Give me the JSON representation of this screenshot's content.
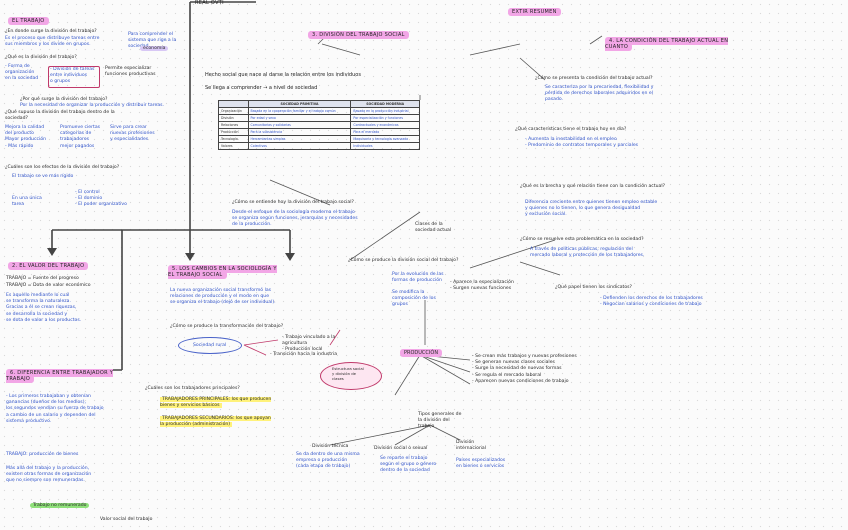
{
  "title_top": "REAL OVTI",
  "title_right": "EXTIR RESUMEN",
  "sections": {
    "trabajo": "EL TRABAJO",
    "division": "DIVISIÓN DEL TRABAJO SOCIAL",
    "division_badge": "3.",
    "condicion": "LA CONDICIÓN DEL TRABAJO ACTUAL EN CUANTO",
    "condicion_badge": "4.",
    "valor": "EL VALOR DEL TRABAJO",
    "valor_badge": "2.",
    "cambios": "LOS CAMBIOS EN LA SOCIOLOGÍA Y EL TRABAJO SOCIAL",
    "cambios_badge": "5.",
    "diferencia": "DIFERENCIA ENTRE TRABAJADOR Y TRABAJO",
    "diferencia_badge": "6."
  },
  "left_col": {
    "q1": "¿En donde surge la división del trabajo?",
    "a1": "Es el proceso que distribuye tareas entre\nsus miembros y los divide en grupos.",
    "q2": "¿Qué es la división del trabajo?",
    "a2a": "- Forma de organización\n  en la sociedad",
    "a2b": "- División de tareas\n  entre individuos\n  o grupos",
    "a2c": "Permite especializar\nfunciones productivas",
    "note_blue1": "Para comprender el\nsistema que rige a la\nsociedad",
    "badge_purple": "economía",
    "q3": "¿Por qué surge la división del trabajo?",
    "a3": "Por la necesidad de organizar la producción y distribuir tareas.",
    "q4": "¿Qué supuso la división del trabajo dentro de la sociedad?",
    "a4a": "Mejora la calidad\ndel producto\nMayor producción\n- Más rápido",
    "a4b": "Promueve ciertas\ncategorías de\ntrabajadores\nmejor pagados",
    "a4c": "Sirve para crear\nnuevas profesiones\ny especialidades",
    "q5": "¿Cuáles son los efectos de la división del trabajo?",
    "a5": "El trabajo se ve más rígido",
    "a5b": "En una única\ntarea",
    "a5c": "- El control\n- El dominio\n- El poder organizativo"
  },
  "valor_box": {
    "l1": "TRABAJO = Fuente del progreso",
    "l2": "TRABAJO = Dota de valor económico",
    "body": "Es aquello mediante lo cual\nse transforma la naturaleza.\nGracias a él se crean riquezas,\nse desarrolla la sociedad y\nse dota de valor a los productos."
  },
  "cambios_box": {
    "body": "La nueva organización social transformó las\nrelaciones de producción y el modo en que\nse organiza el trabajo (dejó de ser individual).",
    "q": "¿Cómo se produce la transformación del trabajo?",
    "oval": "Sociedad rural",
    "notes": "- Trabajo vinculado a la\n  agricultura\n- Producción local",
    "note2": "- Transición hacia la industria"
  },
  "diferencia_box": {
    "body": "- Los primeros trabajaban y obtenían\n  ganancias (dueños de los medios),\n  los segundos vendían su fuerza de trabajo\n  a cambio de un salario y dependen del\n  sistema productivo.",
    "q": "¿Cuáles son los trabajadores principales?",
    "y1": "TRABAJADORES PRINCIPALES: los que producen\nbienes y servicios básicos",
    "y2": "TRABAJADORES SECUNDARIOS: los que apoyan\nla producción (administración)",
    "bottom1": "TRABAJO: producción de bienes",
    "bottom2": "Más allá del trabajo y la producción,\nexisten otras formas de organización\nque no siempre son remuneradas.",
    "green": "Trabajo no remunerado",
    "foot": "Valor social del trabajo"
  },
  "center": {
    "l1": "Hecho social que nace al darse la relación entre los individuos",
    "l2": "Se llega a comprender  →  a nivel de sociedad",
    "q_sociedad": "¿Cómo se entiende hoy la división del trabajo social?",
    "a_sociedad": "Desde el enfoque de la sociología moderna el trabajo\nse organiza según funciones, jerarquías y necesidades\nde la producción.",
    "side_sociedad": "Clases de la\nsociedad actual",
    "q_produce": "¿Cómo se produce la división social del trabajo?",
    "a_produce1": "Por la evolución de las\nformas de producción",
    "a_produce2": "Se modifica la\ncomposición de los\ngrupos",
    "a_produce3": "- Aparece la especialización\n- Surgen nuevas funciones",
    "central": "PRODUCCIÓN",
    "branches": "- Se crean más trabajos y nuevas profesiones\n- Se generan nuevas clases sociales\n- Surge la necesidad de nuevas formas\n- Se regula el mercado laboral\n- Aparecen nuevas condiciones de trabajo",
    "pink_oval": "Estructura social\ny división de\nclases",
    "bottom_q": "Tipos generales de\nla división del\ntrabajo",
    "type1": "División técnica",
    "type1d": "Se da dentro de una misma\nempresa o producción\n(cada etapa de trabajo)",
    "type2": "División social o sexual",
    "type2d": "Se reparte el trabajo\nsegún el grupo o género\ndentro de la sociedad",
    "type3": "División\ninternacional",
    "type3d": "Países especializados\nen bienes o servicios"
  },
  "table": {
    "headers": [
      "",
      "SOCIEDAD PRIMITIVA",
      "SOCIEDAD MODERNA"
    ],
    "rows": [
      [
        "Organización",
        "Basada en la cooperación familiar y el trabajo común",
        "Basada en la producción industrial"
      ],
      [
        "División",
        "Por edad y sexo",
        "Por especialización y funciones"
      ],
      [
        "Relaciones",
        "Comunitarias y solidarias",
        "Contractuales y económicas"
      ],
      [
        "Producción",
        "Para la subsistencia",
        "Para el mercado"
      ],
      [
        "Tecnología",
        "Herramientas simples",
        "Maquinaria y tecnología avanzada"
      ],
      [
        "Valores",
        "Colectivos",
        "Individuales"
      ]
    ]
  },
  "right_col": {
    "q1": "¿Cómo se presenta la condición del trabajo actual?",
    "a1": "Se caracteriza por la precariedad, flexibilidad y\npérdida de derechos laborales adquiridos en el\npasado.",
    "q2": "¿Qué características tiene el trabajo hoy en día?",
    "a2": "- Aumenta la inestabilidad en el empleo\n- Predominio de contratos temporales y parciales",
    "q3": "¿Qué es la brecha y qué relación tiene con la condición actual?",
    "a3": "Diferencia creciente entre quienes tienen empleo estable\ny quienes no lo tienen, lo que genera desigualdad\ny exclusión social.",
    "q4": "¿Cómo se resuelve esta problemática en la sociedad?",
    "a4": "A través de políticas públicas, regulación del\nmercado laboral y protección de los trabajadores.",
    "q5": "¿Qué papel tienen los sindicatos?",
    "a5": "- Defienden los derechos de los trabajadores\n- Negocian salarios y condiciones de trabajo"
  },
  "colors": {
    "pink": "#f2a6e6",
    "yellow": "#fff27a",
    "green": "#8fe07a",
    "blue": "#2f52c9"
  }
}
